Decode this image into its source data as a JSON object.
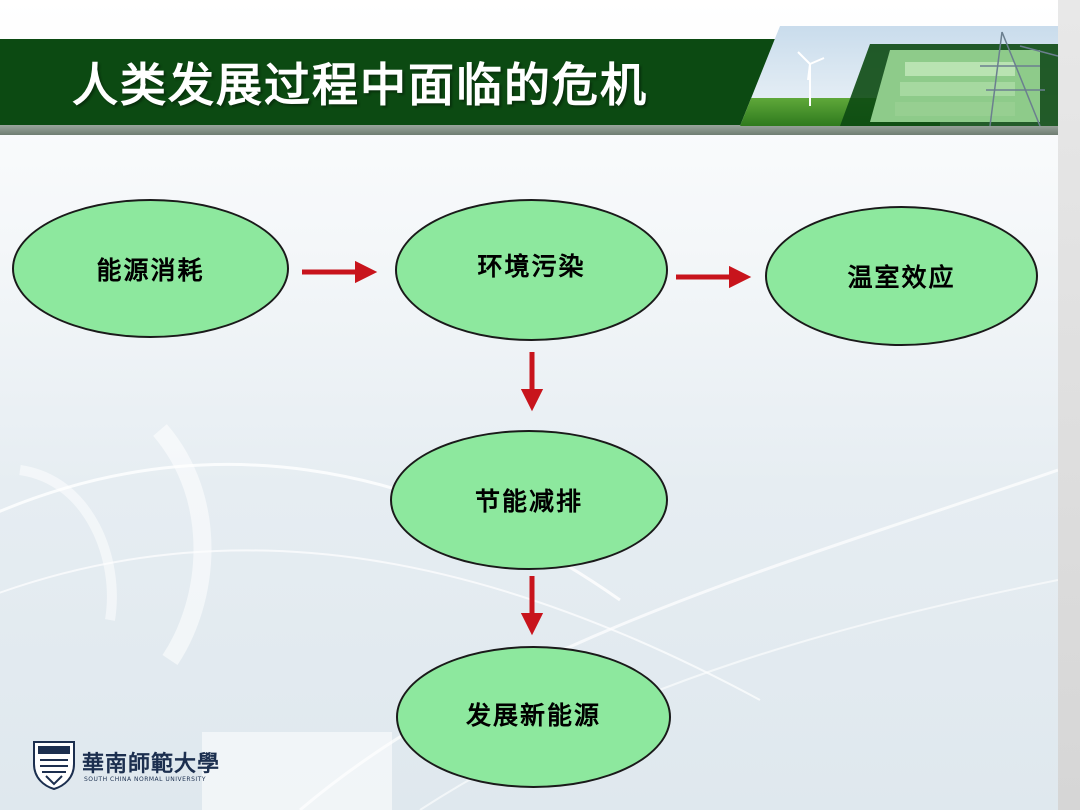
{
  "slide": {
    "title": "人类发展过程中面临的危机"
  },
  "diagram": {
    "nodes": [
      {
        "id": "energy",
        "label": "能源消耗"
      },
      {
        "id": "pollution",
        "label": "环境污染"
      },
      {
        "id": "greenhouse",
        "label": "温室效应"
      },
      {
        "id": "saving",
        "label": "节能减排"
      },
      {
        "id": "newenergy",
        "label": "发展新能源"
      }
    ],
    "edges": [
      {
        "from": "energy",
        "to": "pollution"
      },
      {
        "from": "pollution",
        "to": "greenhouse"
      },
      {
        "from": "pollution",
        "to": "saving"
      },
      {
        "from": "saving",
        "to": "newenergy"
      }
    ]
  },
  "logo": {
    "name": "華南師範大學",
    "subtitle": "SOUTH CHINA NORMAL UNIVERSITY"
  },
  "colors": {
    "header": "#0c4a12",
    "node_fill": "#8de89e",
    "arrow": "#c8141c"
  }
}
